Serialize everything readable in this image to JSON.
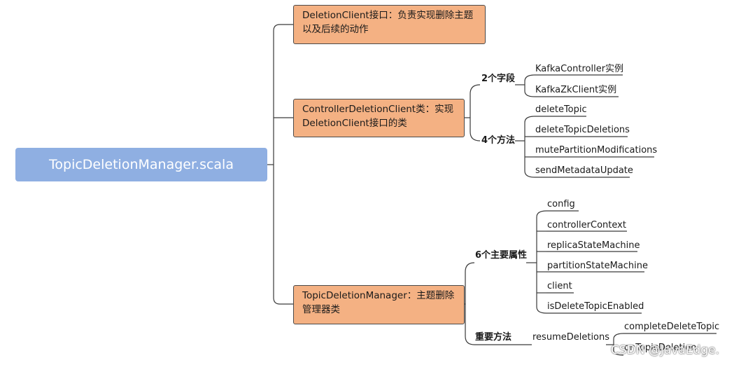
{
  "root": "TopicDeletionManager.scala",
  "branches": {
    "deletion_client": "DeletionClient接口：负责实现删除主题以及后续的动作",
    "controller_deletion_client": "ControllerDeletionClient类：实现DeletionClient接口的类",
    "topic_deletion_manager": "TopicDeletionManager：主题删除管理器类"
  },
  "controller_deletion_client": {
    "fields_label": "2个字段",
    "fields": [
      "KafkaController实例",
      "KafkaZkClient实例"
    ],
    "methods_label": "4个方法",
    "methods": [
      "deleteTopic",
      "deleteTopicDeletions",
      "mutePartitionModifications",
      "sendMetadataUpdate"
    ]
  },
  "topic_deletion_manager": {
    "attrs_label": "6个主要属性",
    "attrs": [
      "config",
      "controllerContext",
      "replicaStateMachine",
      "partitionStateMachine",
      "client",
      "isDeleteTopicEnabled"
    ],
    "methods_label": "重要方法",
    "method": "resumeDeletions",
    "method_children": [
      "completeDeleteTopic",
      "onTopicDeletion"
    ]
  },
  "watermark": "CSDN @JavaEdge."
}
